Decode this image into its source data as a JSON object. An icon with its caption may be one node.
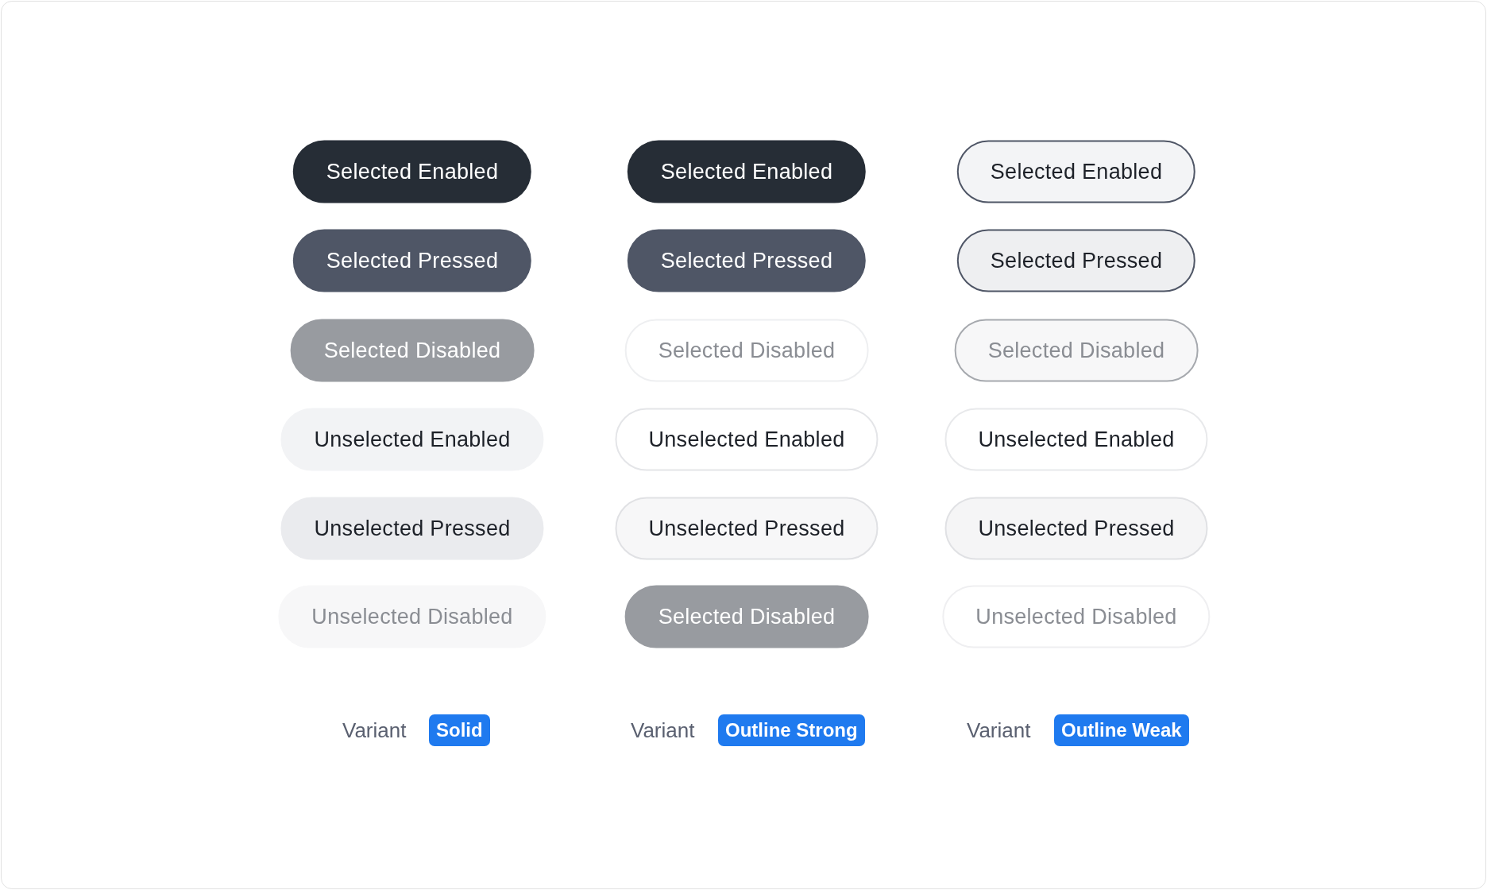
{
  "diagram": {
    "nodes": [
      {
        "text": [
          "Selected Enabled"
        ]
      },
      {
        "text": [
          "Selected Enabled"
        ]
      },
      {
        "text": [
          "Selected Enabled"
        ]
      },
      {
        "text": [
          "Selected Pressed"
        ]
      },
      {
        "text": [
          "Selected Pressed"
        ]
      },
      {
        "text": [
          "Selected Pressed"
        ]
      },
      {
        "text": [
          "Selected Disabled"
        ]
      },
      {
        "text": [
          "Selected Disabled"
        ]
      },
      {
        "text": [
          "Selected Disabled"
        ]
      },
      {
        "text": [
          "Unselected Enabled"
        ]
      },
      {
        "text": [
          "Unselected Enabled"
        ]
      },
      {
        "text": [
          "Unselected Enabled"
        ]
      },
      {
        "text": [
          "Unselected Pressed"
        ]
      },
      {
        "text": [
          "Unselected Pressed"
        ]
      },
      {
        "text": [
          "Unselected Pressed"
        ]
      },
      {
        "text": [
          "Unselected Disabled"
        ]
      },
      {
        "text": [
          "Selected Disabled"
        ]
      },
      {
        "text": [
          "Unselected Disabled"
        ]
      },
      {
        "text": [
          "Solid"
        ]
      },
      {
        "text": [
          "Outline Strong"
        ]
      },
      {
        "text": [
          "Outline Weak"
        ]
      }
    ],
    "labels": [
      "Variant",
      "Variant",
      "Variant"
    ]
  }
}
